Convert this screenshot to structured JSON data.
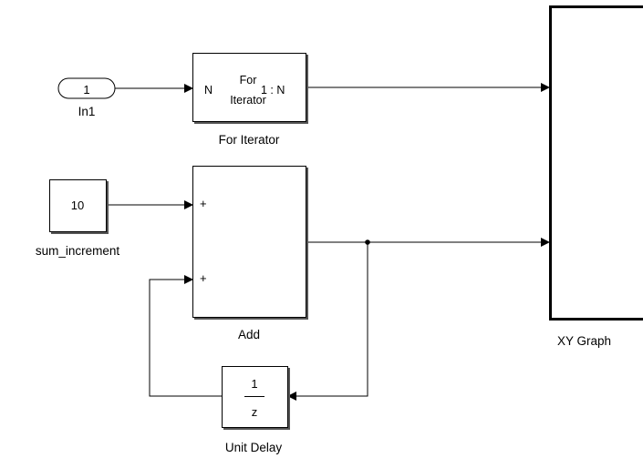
{
  "blocks": {
    "in1": {
      "value": "1",
      "label": "In1"
    },
    "for_iterator": {
      "port_in": "N",
      "title_line1": "For",
      "title_line2": "Iterator",
      "port_out": "1 : N",
      "label": "For Iterator"
    },
    "sum_increment": {
      "value": "10",
      "label": "sum_increment"
    },
    "add": {
      "port1": "+",
      "port2": "+",
      "label": "Add"
    },
    "unit_delay": {
      "numerator": "1",
      "denominator": "z",
      "label": "Unit Delay"
    },
    "xy_graph": {
      "label": "XY Graph"
    }
  }
}
